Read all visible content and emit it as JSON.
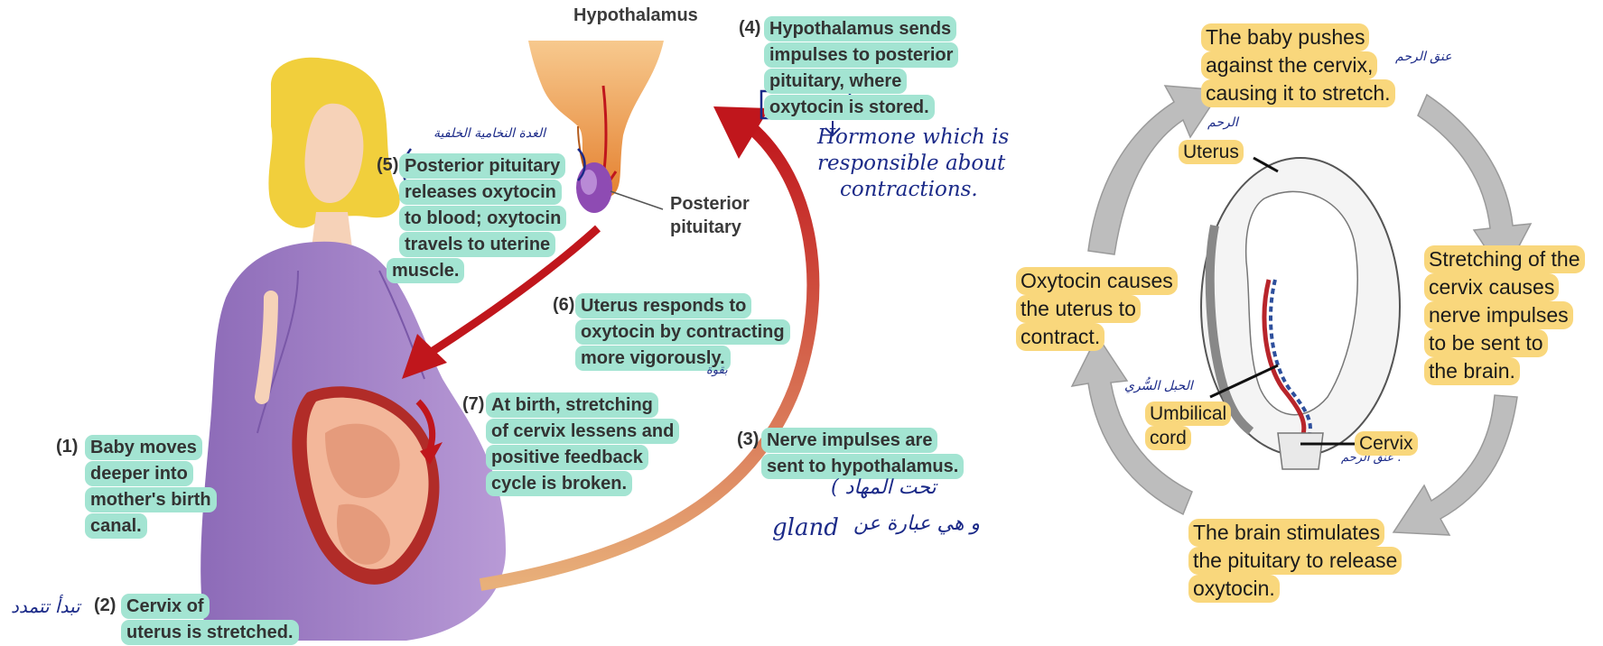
{
  "left_diagram": {
    "hypothalamus_label": "Hypothalamus",
    "posterior_pituitary_label": [
      "Posterior",
      "pituitary"
    ],
    "steps": [
      {
        "num": "(1)",
        "lines": [
          "Baby moves",
          "deeper into",
          "mother's birth",
          "canal."
        ]
      },
      {
        "num": "(2)",
        "lines": [
          "Cervix of",
          "uterus is stretched."
        ]
      },
      {
        "num": "(3)",
        "lines": [
          "Nerve impulses are",
          "sent to hypothalamus."
        ]
      },
      {
        "num": "(4)",
        "lines": [
          "Hypothalamus sends",
          "impulses to posterior",
          "pituitary, where",
          "oxytocin is stored."
        ]
      },
      {
        "num": "(5)",
        "lines": [
          "Posterior pituitary",
          "releases oxytocin",
          "to blood; oxytocin",
          "travels to uterine",
          "muscle."
        ]
      },
      {
        "num": "(6)",
        "lines": [
          "Uterus responds to",
          "oxytocin by contracting",
          "more vigorously."
        ]
      },
      {
        "num": "(7)",
        "lines": [
          "At birth, stretching",
          "of cervix lessens and",
          "positive feedback",
          "cycle is broken."
        ]
      }
    ]
  },
  "annotations": {
    "hormone_note": [
      "Hormone which is",
      "responsible about",
      "contractions."
    ],
    "arabic_posterior": "الغدة النخامية الخلفية",
    "arabic_vigorously": "بقوة",
    "arabic_hypothalamus": "( تحت المهاد",
    "arabic_gland": "و هي عبارة عن",
    "gland_word": "gland",
    "arabic_starts": "تبدأ تتمدد",
    "arabic_cervix_top": "عنق الرحم",
    "arabic_uterus": "الرحم",
    "arabic_umbilical": "الحبل السُّري",
    "arabic_cervix_bottom": "عنق الرحم ."
  },
  "right_diagram": {
    "top_text": [
      "The baby pushes",
      "against the cervix,",
      "causing it to stretch."
    ],
    "right_text": [
      "Stretching of the",
      "cervix causes",
      "nerve impulses",
      "to be sent to",
      "the brain."
    ],
    "bottom_text": [
      "The brain stimulates",
      "the pituitary to release",
      "oxytocin."
    ],
    "left_text": [
      "Oxytocin causes",
      "the uterus to",
      "contract."
    ],
    "uterus_label": "Uterus",
    "umbilical_label": [
      "Umbilical",
      "cord"
    ],
    "cervix_label": "Cervix"
  },
  "colors": {
    "teal_highlight": "#a3e4d2",
    "yellow_highlight": "#f9d77c",
    "ink_blue": "#1b2a88",
    "arrow_red": "#c0161c",
    "body_purple": "#a584c8",
    "cycle_arrow_gray": "#bdbdbd"
  }
}
